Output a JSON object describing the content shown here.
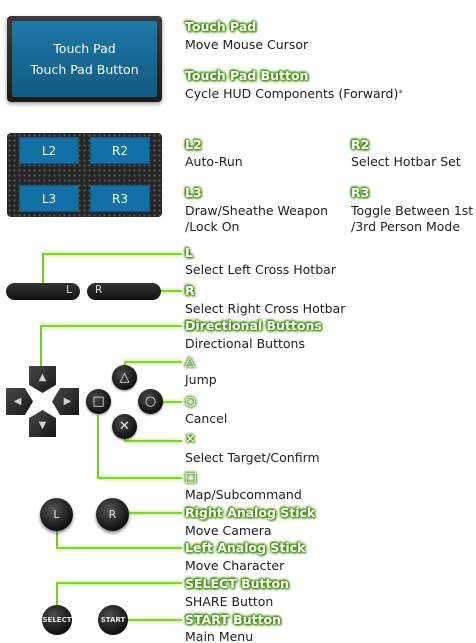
{
  "touchpad": {
    "button_line1": "Touch Pad",
    "button_line2": "Touch Pad Button",
    "header1": "Touch Pad",
    "desc1": "Move Mouse Cursor",
    "header2": "Touch Pad Button",
    "desc2": "Cycle HUD Components (Forward)",
    "desc2_mark": "*"
  },
  "zones": {
    "l2": "L2",
    "r2": "R2",
    "l3": "L3",
    "r3": "R3",
    "l2_header": "L2",
    "l2_desc": "Auto-Run",
    "r2_header": "R2",
    "r2_desc": "Select Hotbar Set",
    "l3_header": "L3",
    "l3_desc_1": "Draw/Sheathe Weapon",
    "l3_desc_2": "/Lock On",
    "r3_header": "R3",
    "r3_desc_1": "Toggle Between 1st",
    "r3_desc_2": "/3rd Person Mode"
  },
  "shoulders": {
    "l_label": "L",
    "r_label": "R",
    "l_header": "L",
    "l_desc": "Select Left Cross Hotbar",
    "r_header": "R",
    "r_desc": "Select Right Cross Hotbar"
  },
  "dpad": {
    "up": "▲",
    "down": "▼",
    "left": "◀",
    "right": "▶",
    "header": "Directional Buttons",
    "desc": "Directional Buttons"
  },
  "face": {
    "triangle": "△",
    "circle": "○",
    "cross": "✕",
    "square": "□",
    "triangle_header": "△",
    "triangle_desc": "Jump",
    "circle_header": "○",
    "circle_desc": "Cancel",
    "cross_header": "✕",
    "cross_desc": "Select Target/Confirm",
    "square_header": "□",
    "square_desc": "Map/Subcommand"
  },
  "sticks": {
    "l_label": "L",
    "r_label": "R",
    "right_header": "Right Analog Stick",
    "right_desc": "Move Camera",
    "left_header": "Left Analog Stick",
    "left_desc": "Move Character"
  },
  "system": {
    "select_label": "SELECT",
    "start_label": "START",
    "select_header": "SELECT Button",
    "select_desc": "SHARE Button",
    "start_header": "START Button",
    "start_desc": "Main Menu"
  },
  "colors": {
    "accent": "#6fcf1a",
    "pad_blue": "#1470a4"
  }
}
